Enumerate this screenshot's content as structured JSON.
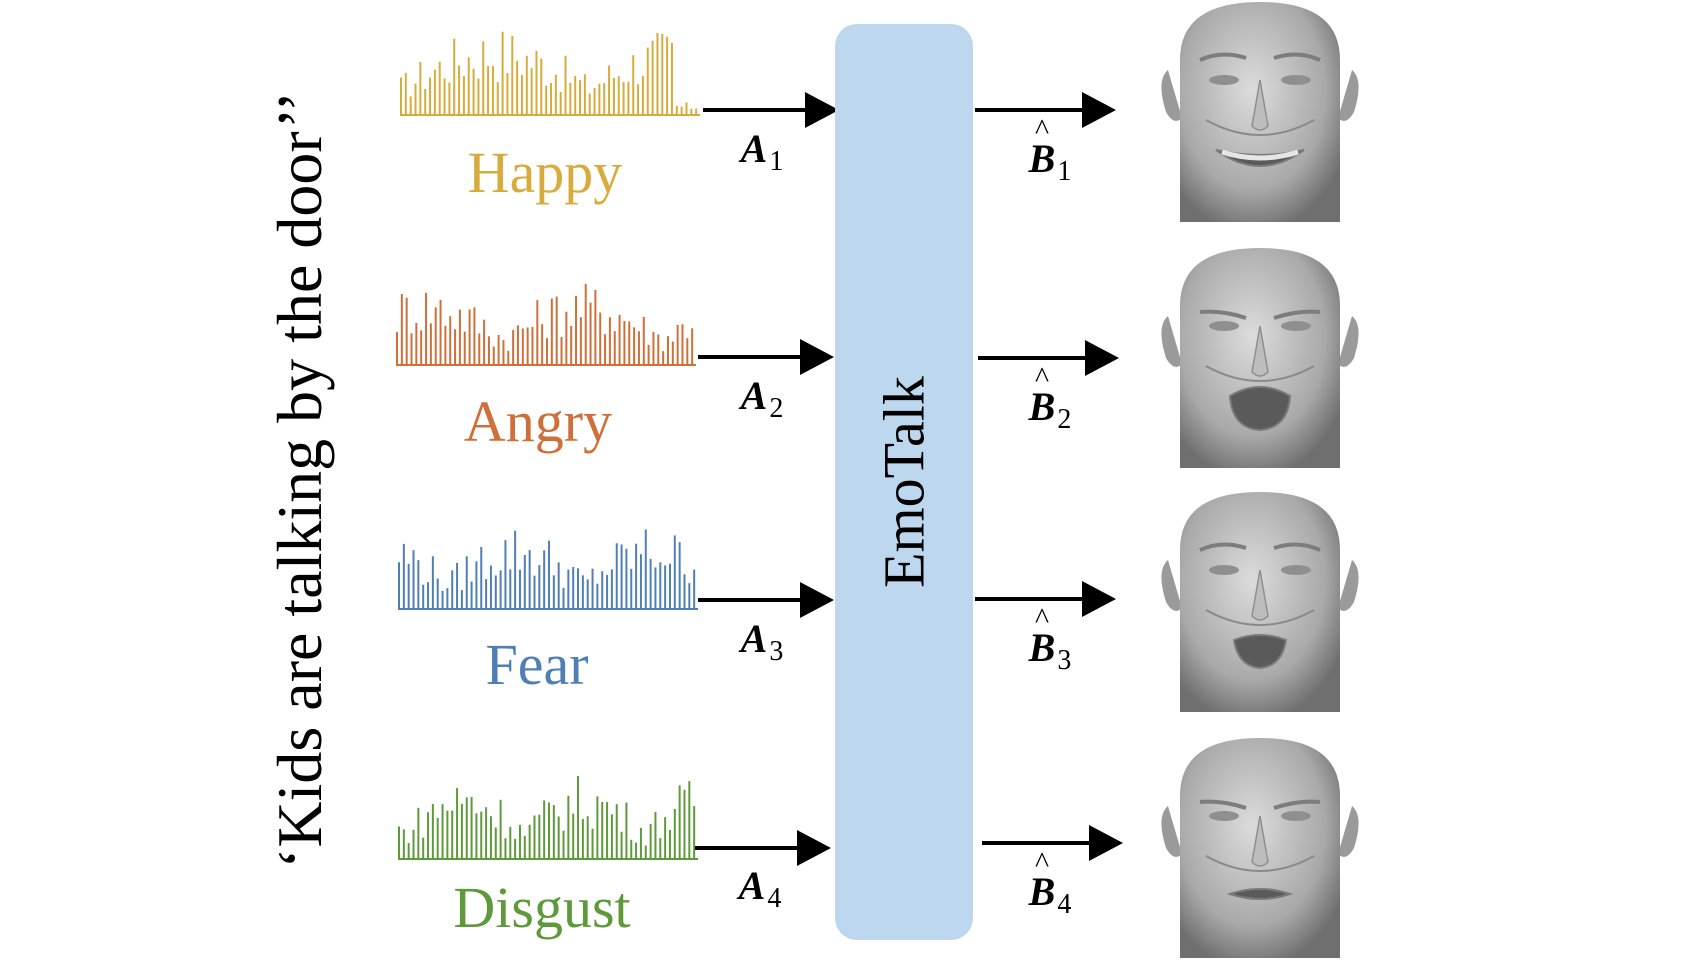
{
  "quote": "‘Kids are talking by the door’’",
  "model_name": "EmoTalk",
  "rows": [
    {
      "emotion": "Happy",
      "color": "#d8ac3c",
      "input": "A",
      "input_sub": "1",
      "output": "B",
      "output_sub": "1",
      "expression": "smile"
    },
    {
      "emotion": "Angry",
      "color": "#cf6f3a",
      "input": "A",
      "input_sub": "2",
      "output": "B",
      "output_sub": "2",
      "expression": "anger"
    },
    {
      "emotion": "Fear",
      "color": "#4f7fb5",
      "input": "A",
      "input_sub": "3",
      "output": "B",
      "output_sub": "3",
      "expression": "fear"
    },
    {
      "emotion": "Disgust",
      "color": "#5f9a3a",
      "input": "A",
      "input_sub": "4",
      "output": "B",
      "output_sub": "4",
      "expression": "disgust"
    }
  ]
}
